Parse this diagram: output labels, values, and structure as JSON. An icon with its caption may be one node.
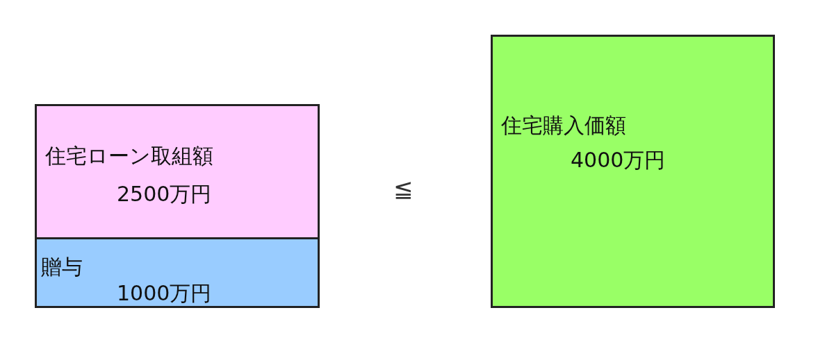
{
  "diagram": {
    "nodes": [
      {
        "text": [
          "住宅ローン取組額",
          "2500万円"
        ]
      },
      {
        "text": [
          "贈与",
          "1000万円"
        ]
      },
      {
        "text": [
          "住宅購入価額",
          "4000万円"
        ]
      }
    ],
    "labels": [
      "≦"
    ]
  }
}
